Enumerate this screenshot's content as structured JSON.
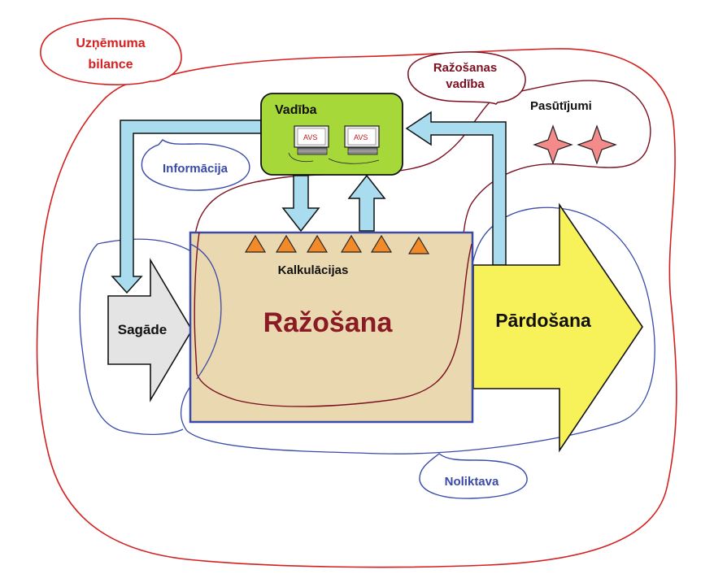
{
  "labels": {
    "company_balance_line1": "Uzņēmuma",
    "company_balance_line2": "bilance",
    "production_mgmt_line1": "Ražošanas",
    "production_mgmt_line2": "vadība",
    "management": "Vadība",
    "orders": "Pasūtījumi",
    "information": "Informācija",
    "calculations": "Kalkulācijas",
    "production": "Ražošana",
    "procurement": "Sagāde",
    "sales": "Pārdošana",
    "warehouse": "Noliktava",
    "monitor_text": "AVS"
  },
  "colors": {
    "red_outline": "#d42020",
    "maroon_outline": "#7a1020",
    "blue_outline": "#3a4aa8",
    "arrow_fill": "#a8dcee",
    "management_fill": "#a6d83a",
    "production_fill": "#ead9b0",
    "sales_fill": "#f7f25a",
    "procurement_fill": "#e4e4e4",
    "triangle_fill": "#f28a2a",
    "star_fill": "#f58a8a"
  }
}
